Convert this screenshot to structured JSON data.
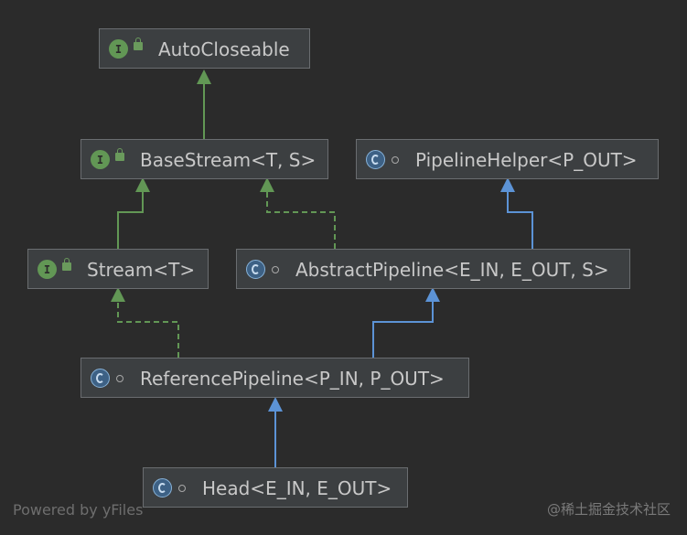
{
  "nodes": {
    "autocloseable": {
      "label": "AutoCloseable",
      "kind": "interface",
      "icon_letter": "I"
    },
    "basestream": {
      "label": "BaseStream<T, S>",
      "kind": "interface",
      "icon_letter": "I"
    },
    "pipelinehelper": {
      "label": "PipelineHelper<P_OUT>",
      "kind": "class",
      "icon_letter": "C"
    },
    "stream": {
      "label": "Stream<T>",
      "kind": "interface",
      "icon_letter": "I"
    },
    "abstractpipeline": {
      "label": "AbstractPipeline<E_IN, E_OUT, S>",
      "kind": "class",
      "icon_letter": "C"
    },
    "referencepipeline": {
      "label": "ReferencePipeline<P_IN, P_OUT>",
      "kind": "class",
      "icon_letter": "C"
    },
    "head": {
      "label": "Head<E_IN, E_OUT>",
      "kind": "class",
      "icon_letter": "C"
    }
  },
  "edges": [
    {
      "from": "basestream",
      "to": "autocloseable",
      "type": "extends"
    },
    {
      "from": "stream",
      "to": "basestream",
      "type": "extends"
    },
    {
      "from": "abstractpipeline",
      "to": "basestream",
      "type": "implements"
    },
    {
      "from": "abstractpipeline",
      "to": "pipelinehelper",
      "type": "extends"
    },
    {
      "from": "referencepipeline",
      "to": "stream",
      "type": "implements"
    },
    {
      "from": "referencepipeline",
      "to": "abstractpipeline",
      "type": "extends"
    },
    {
      "from": "head",
      "to": "referencepipeline",
      "type": "extends"
    }
  ],
  "colors": {
    "background": "#2b2b2b",
    "interface_edge": "#629755",
    "class_edge": "#5c93d6"
  },
  "footer": {
    "powered_by": "Powered by yFiles",
    "watermark": "@稀土掘金技术社区"
  }
}
